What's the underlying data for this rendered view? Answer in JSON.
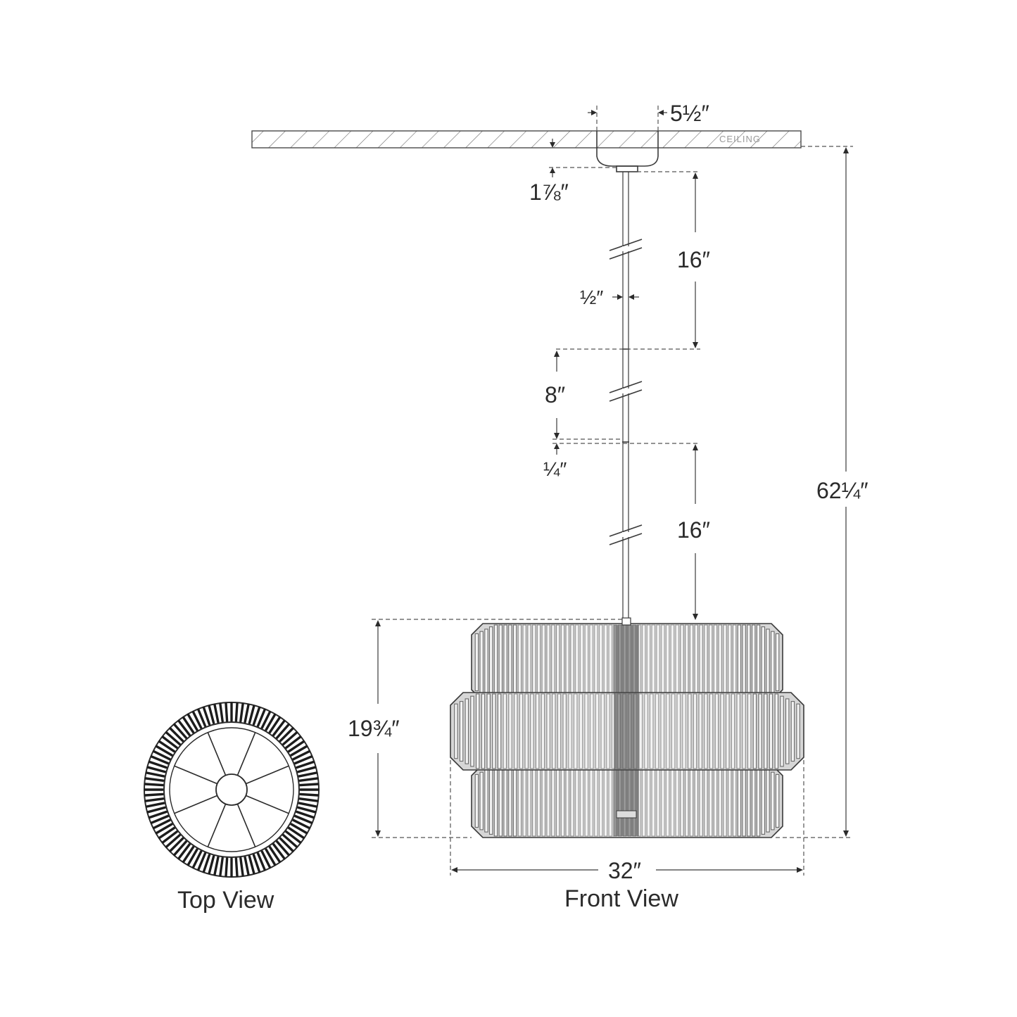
{
  "labels": {
    "canopy_width": "5½″",
    "canopy_height": "1⅞″",
    "stem_segment_1": "16″",
    "stem_diameter": "½″",
    "stem_segment_2": "8″",
    "coupling_gap": "¼″",
    "stem_segment_3": "16″",
    "overall_height": "62¼″",
    "shade_height": "19¾″",
    "shade_width": "32″",
    "ceiling": "CEILING"
  },
  "captions": {
    "top_view": "Top View",
    "front_view": "Front View"
  },
  "top_view_radial_fin_count": 96,
  "top_view_spoke_count": 8,
  "front_view_fin_count": 64
}
